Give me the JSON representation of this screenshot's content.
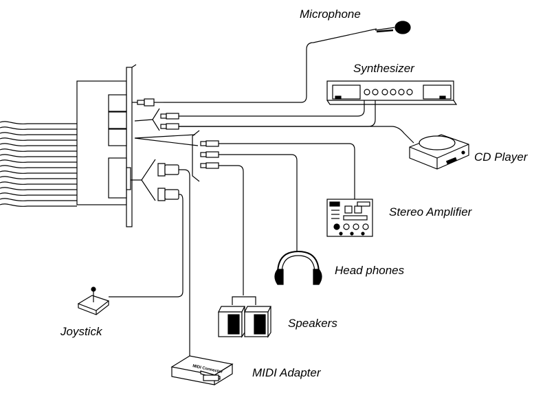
{
  "labels": {
    "microphone": "Microphone",
    "synthesizer": "Synthesizer",
    "cd_player": "CD Player",
    "stereo_amplifier": "Stereo Amplifier",
    "head_phones": "Head phones",
    "speakers": "Speakers",
    "joystick": "Joystick",
    "midi_adapter": "MIDI Adapter"
  },
  "colors": {
    "ink": "#000000",
    "paper": "#ffffff"
  }
}
